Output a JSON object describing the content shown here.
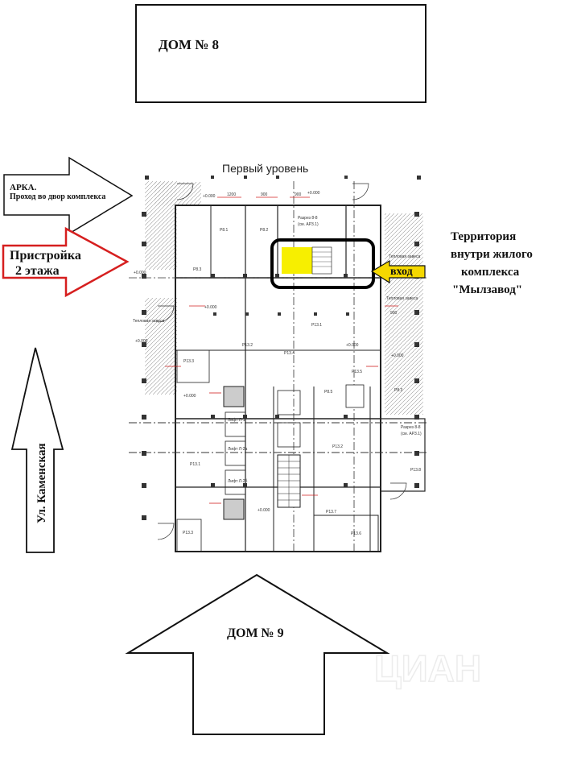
{
  "labels": {
    "house8": "ДОМ № 8",
    "house9": "ДОМ № 9",
    "floor_title": "Первый уровень",
    "arch_line1": "АРКА.",
    "arch_line2": "Проход во двор комплекса",
    "annex_line1": "Пристройка",
    "annex_line2": "2 этажа",
    "territory_line1": "Территория",
    "territory_line2": "внутри жилого",
    "territory_line3": "комплекса",
    "territory_line4": "\"Мылзавод\"",
    "entrance": "вход",
    "street": "Ул. Каменская",
    "watermark": "ЦИАН"
  },
  "colors": {
    "highlight_fill": "#f7ef00",
    "annex_arrow": "#d61f1f",
    "entrance_arrow": "#f5d800",
    "outline": "#111111",
    "hatch": "#888888"
  },
  "plan_texts": {
    "level_marks": [
      "+0.000",
      "+0.000",
      "+0.000",
      "+0.000",
      "+0.000",
      "+0.000",
      "+0.000",
      "+0.000",
      "+0.000"
    ],
    "dims": [
      "1200",
      "900",
      "900",
      "900"
    ],
    "rooms": [
      "Р8.1",
      "Р8.2",
      "Р8.3",
      "Р13.1",
      "Р13.2",
      "Р13.3",
      "Р13.5",
      "Р8.5",
      "Р13.4",
      "Р8.3",
      "Р13.1",
      "Р13.2",
      "Р13.8",
      "Р13.7",
      "Р13.6",
      "Р13.3"
    ],
    "lifts": [
      "Лифт Л-1",
      "Лифт Л-2а",
      "Лифт Л-2б"
    ],
    "sections": [
      "Разрез 8-8",
      "(см. АР3.1)",
      "Разрез 8-8",
      "(см. АР3.1)"
    ],
    "curtains": [
      "Тепловая завеса",
      "Тепловая завеса",
      "Тепловая завеса"
    ]
  }
}
